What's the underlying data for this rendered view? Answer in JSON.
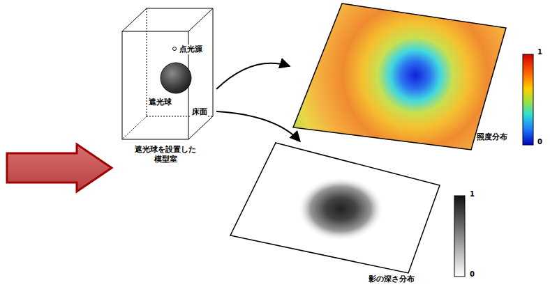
{
  "diagram": {
    "nodes": [
      {
        "text": [
          "点光源",
          "遮光球",
          "床面",
          "遮光球を設置した 模型室"
        ]
      },
      {
        "text": [
          "照度分布"
        ]
      },
      {
        "text": [
          "影の深さ分布"
        ]
      }
    ],
    "edges": [
      {
        "from": 0,
        "to": 1,
        "arrow": "to"
      },
      {
        "from": 0,
        "to": 2,
        "arrow": "to"
      }
    ],
    "labels": [
      "1",
      "0",
      "1",
      "0"
    ]
  }
}
